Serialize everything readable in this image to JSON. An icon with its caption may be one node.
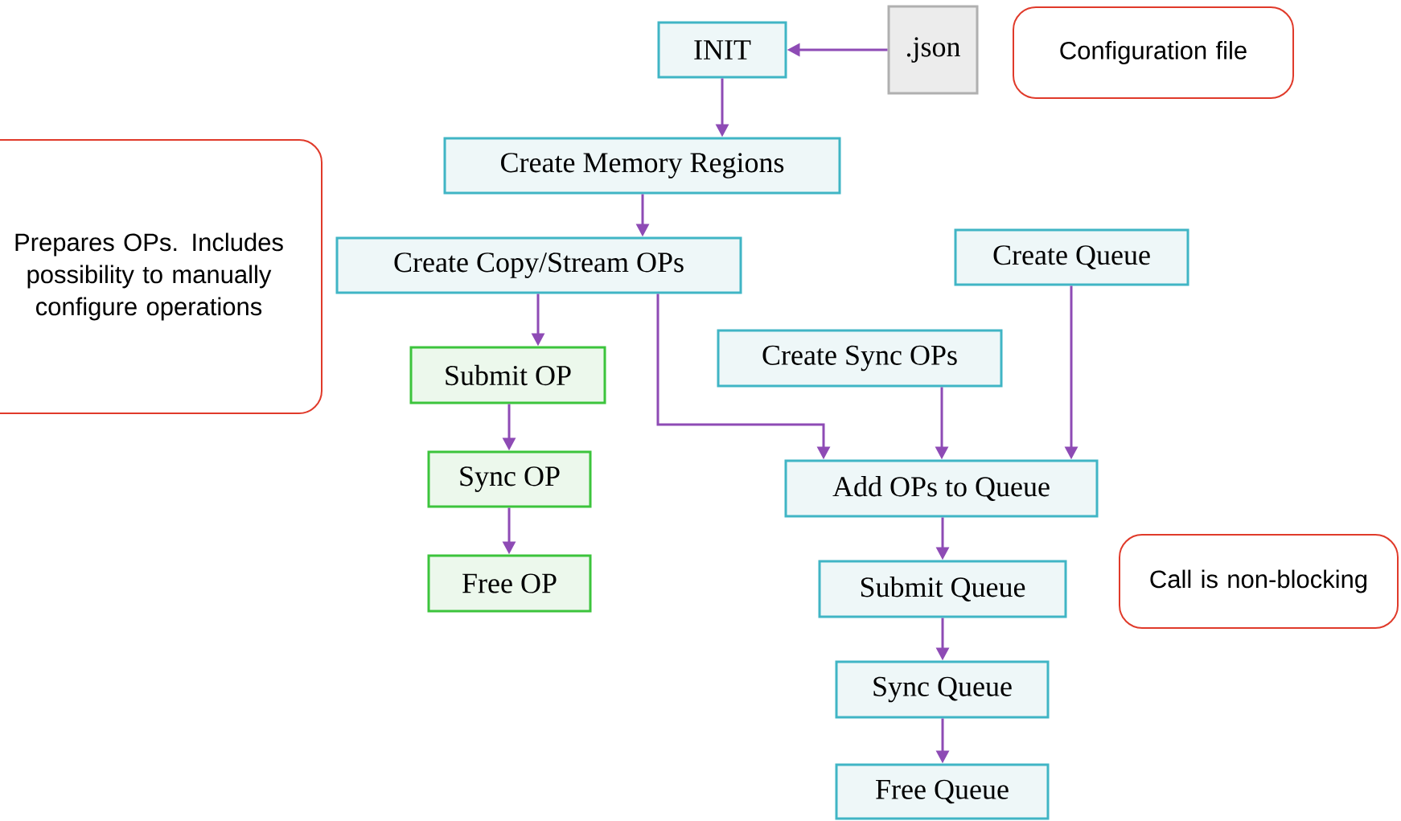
{
  "diagram": {
    "nodes": [
      {
        "text": [
          "INIT"
        ]
      },
      {
        "text": [
          ".json"
        ]
      },
      {
        "text": [
          "Configuration file"
        ]
      },
      {
        "text": [
          "Create Memory Regions"
        ]
      },
      {
        "text": [
          "Prepares OPs. Includes possibility to manually configure operations"
        ]
      },
      {
        "text": [
          "Create Copy/Stream OPs"
        ]
      },
      {
        "text": [
          "Create Queue"
        ]
      },
      {
        "text": [
          "Create Sync OPs"
        ]
      },
      {
        "text": [
          "Submit OP"
        ]
      },
      {
        "text": [
          "Sync OP"
        ]
      },
      {
        "text": [
          "Free OP"
        ]
      },
      {
        "text": [
          "Add OPs to Queue"
        ]
      },
      {
        "text": [
          "Call is non-blocking"
        ]
      },
      {
        "text": [
          "Submit Queue"
        ]
      },
      {
        "text": [
          "Sync Queue"
        ]
      },
      {
        "text": [
          "Free Queue"
        ]
      }
    ],
    "edges": [
      {
        "from": 1,
        "to": 0,
        "arrow": "to"
      },
      {
        "from": 0,
        "to": 3,
        "arrow": "to"
      },
      {
        "from": 3,
        "to": 5,
        "arrow": "to"
      },
      {
        "from": 5,
        "to": 8,
        "arrow": "to"
      },
      {
        "from": 8,
        "to": 9,
        "arrow": "to"
      },
      {
        "from": 9,
        "to": 10,
        "arrow": "to"
      },
      {
        "from": 5,
        "to": 11,
        "arrow": "to"
      },
      {
        "from": 7,
        "to": 11,
        "arrow": "to"
      },
      {
        "from": 6,
        "to": 11,
        "arrow": "to"
      },
      {
        "from": 11,
        "to": 13,
        "arrow": "to"
      },
      {
        "from": 13,
        "to": 14,
        "arrow": "to"
      },
      {
        "from": 14,
        "to": 15,
        "arrow": "to"
      }
    ]
  }
}
